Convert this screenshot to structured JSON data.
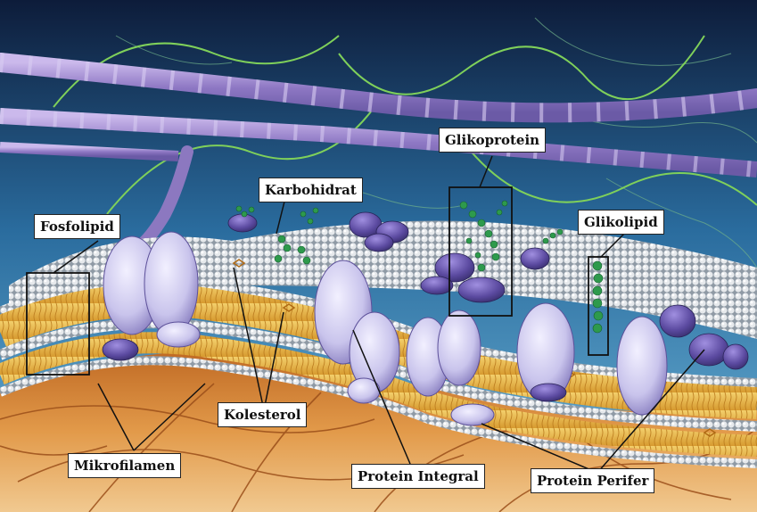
{
  "labels": {
    "fosfolipid": "Fosfolipid",
    "karbohidrat": "Karbohidrat",
    "glikoprotein": "Glikoprotein",
    "glikolipid": "Glikolipid",
    "kolesterol": "Kolesterol",
    "mikrofilamen": "Mikrofilamen",
    "protein_integral": "Protein Integral",
    "protein_perifer": "Protein Perifer"
  },
  "colors": {
    "sky": "#1c3a66",
    "extracellular_fiber": "#9c86c9",
    "membrane_head": "#c9c9c9",
    "membrane_tail": "#e8b24a",
    "protein": "#c7c3ea",
    "protein_dark": "#5a4b9c",
    "carbohydrate": "#2e9a4c",
    "cytoplasm": "#d88a3a",
    "filament": "#b0642a"
  }
}
